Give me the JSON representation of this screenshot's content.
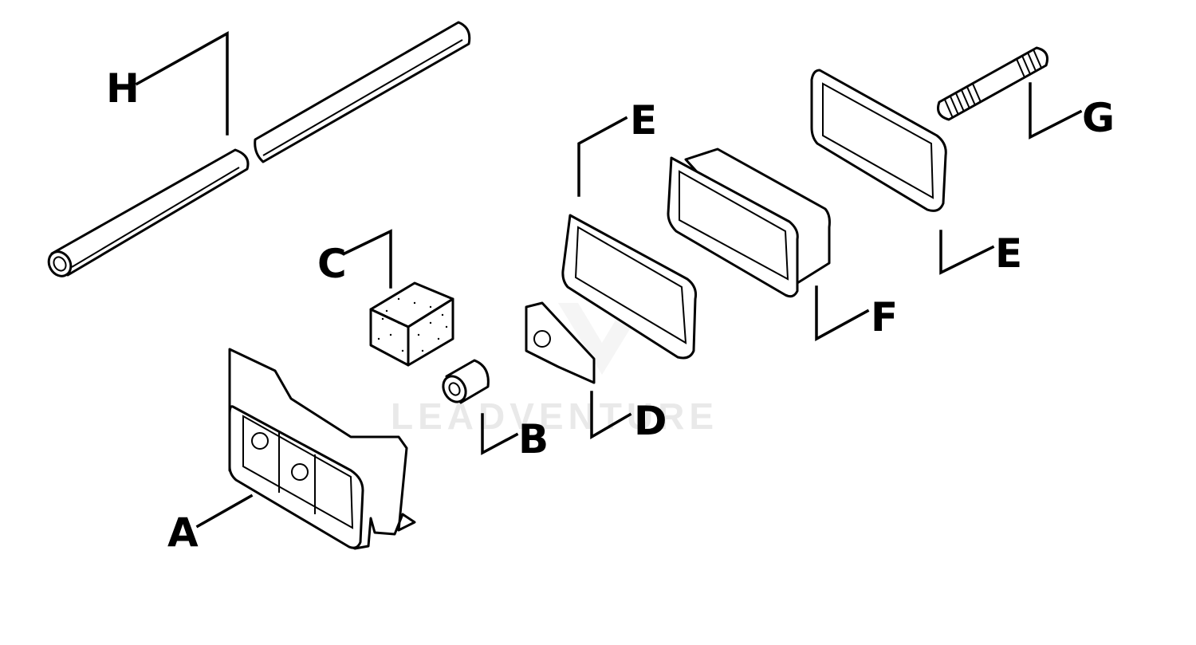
{
  "diagram": {
    "watermark": "LEADVENTURE",
    "colors": {
      "ink": "#000000",
      "background": "#ffffff",
      "watermark": "#e9e9e9"
    },
    "labels": {
      "A": "A",
      "B": "B",
      "C": "C",
      "D": "D",
      "E_upper": "E",
      "E_lower": "E",
      "F": "F",
      "G": "G",
      "H": "H"
    }
  }
}
